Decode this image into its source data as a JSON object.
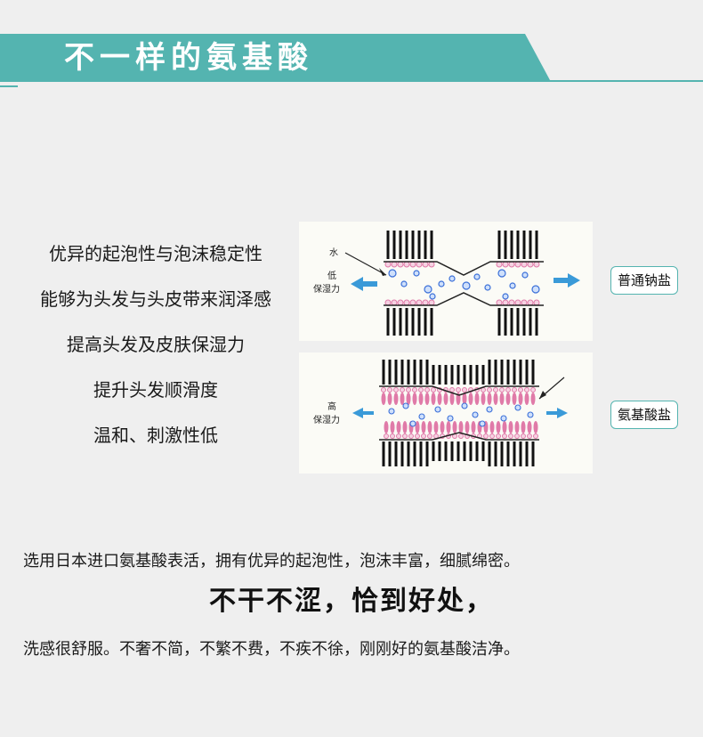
{
  "header": {
    "title": "不一样的氨基酸",
    "accent_color": "#54b4b0"
  },
  "features": [
    "优异的起泡性与泡沫稳定性",
    "能够为头发与头皮带来润泽感",
    "提高头发及皮肤保湿力",
    "提升头发顺滑度",
    "温和、刺激性低"
  ],
  "diagrams": {
    "sodium": {
      "water_label": "水",
      "level_label": "低",
      "moisture_label": "保湿力",
      "tag": "普通钠盐"
    },
    "amino": {
      "level_label": "高",
      "moisture_label": "保湿力",
      "tag": "氨基酸盐"
    }
  },
  "description": {
    "line1": "选用日本进口氨基酸表活，拥有优异的起泡性，泡沫丰富，细腻绵密。",
    "slogan": "不干不涩，恰到好处，",
    "line2": "洗感很舒服。不奢不简，不繁不费，不疾不徐，刚刚好的氨基酸洁净。"
  },
  "colors": {
    "background": "#efefef",
    "bubble_blue": "#3a6fd8",
    "lipid_pink": "#e07aa8",
    "arrow_blue": "#3a9ad8"
  }
}
